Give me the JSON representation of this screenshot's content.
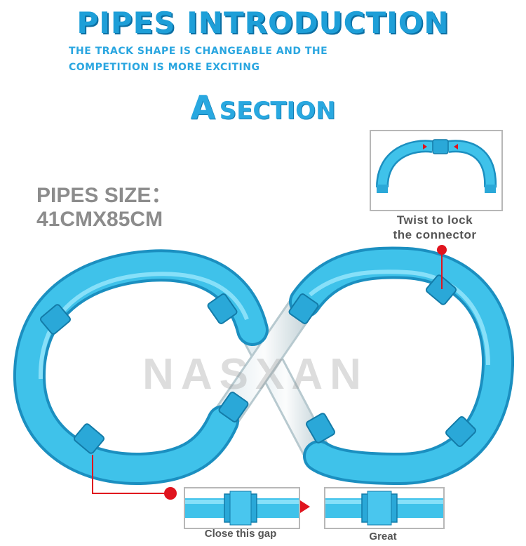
{
  "header": {
    "title": "PIPES INTRODUCTION",
    "subtitle_line1": "THE TRACK SHAPE IS CHANGEABLE AND THE",
    "subtitle_line2": "COMPETITION IS MORE EXCITING"
  },
  "section": {
    "letter": "A",
    "word": "SECTION"
  },
  "pipes_size": {
    "label": "PIPES SIZE：",
    "value": "41CMX85CM"
  },
  "connector_inset": {
    "caption_line1": "Twist to lock",
    "caption_line2": "the connector"
  },
  "gap_inset": {
    "caption": "Close this gap"
  },
  "great_inset": {
    "caption": "Great"
  },
  "watermark": "NASXAN",
  "colors": {
    "accent_blue": "#1e9fd8",
    "pipe_blue": "#3cc3ea",
    "marker_red": "#e0141e",
    "caption_grey": "#555555"
  }
}
